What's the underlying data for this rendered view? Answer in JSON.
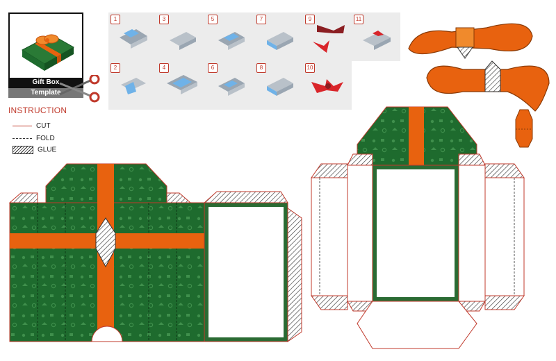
{
  "template": {
    "title": "Gift Box",
    "subtitle": "Template"
  },
  "instruction": {
    "heading": "INSTRUCTION",
    "legend": [
      {
        "label": "CUT"
      },
      {
        "label": "FOLD"
      },
      {
        "label": "GLUE"
      }
    ]
  },
  "steps": [
    "1",
    "3",
    "5",
    "7",
    "9",
    "11",
    "2",
    "4",
    "6",
    "8",
    "10"
  ],
  "colors": {
    "green": "#1e6b2e",
    "green_dark": "#155422",
    "orange": "#e8620f",
    "orange_light": "#f08a2c",
    "cut_line": "#c0392b",
    "red_bow": "#d9252a",
    "step_bg": "#ececec"
  }
}
